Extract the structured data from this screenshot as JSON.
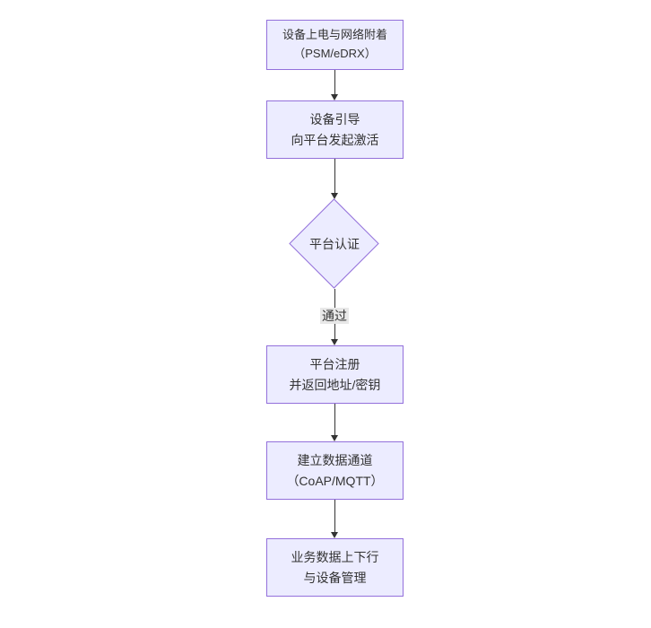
{
  "diagram": {
    "type": "flowchart",
    "direction": "top-down",
    "colors": {
      "background": "#ffffff",
      "node_fill": "#ECECFF",
      "node_border": "#9370DB",
      "text": "#333333",
      "arrow": "#333333",
      "edge_label_background": "#e8e8e8"
    },
    "nodes": [
      {
        "id": "power-network-attach",
        "shape": "rectangle",
        "lines": [
          "设备上电与网络附着",
          "（PSM/eDRX）"
        ]
      },
      {
        "id": "device-bootstrap",
        "shape": "rectangle",
        "lines": [
          "设备引导",
          "向平台发起激活"
        ]
      },
      {
        "id": "platform-auth",
        "shape": "diamond",
        "lines": [
          "平台认证"
        ]
      },
      {
        "id": "platform-register",
        "shape": "rectangle",
        "lines": [
          "平台注册",
          "并返回地址/密钥"
        ]
      },
      {
        "id": "data-channel",
        "shape": "rectangle",
        "lines": [
          "建立数据通道",
          "（CoAP/MQTT）"
        ]
      },
      {
        "id": "business-data",
        "shape": "rectangle",
        "lines": [
          "业务数据上下行",
          "与设备管理"
        ]
      }
    ],
    "edges": [
      {
        "from": "power-network-attach",
        "to": "device-bootstrap",
        "label": ""
      },
      {
        "from": "device-bootstrap",
        "to": "platform-auth",
        "label": ""
      },
      {
        "from": "platform-auth",
        "to": "platform-register",
        "label": "通过"
      },
      {
        "from": "platform-register",
        "to": "data-channel",
        "label": ""
      },
      {
        "from": "data-channel",
        "to": "business-data",
        "label": ""
      }
    ]
  }
}
